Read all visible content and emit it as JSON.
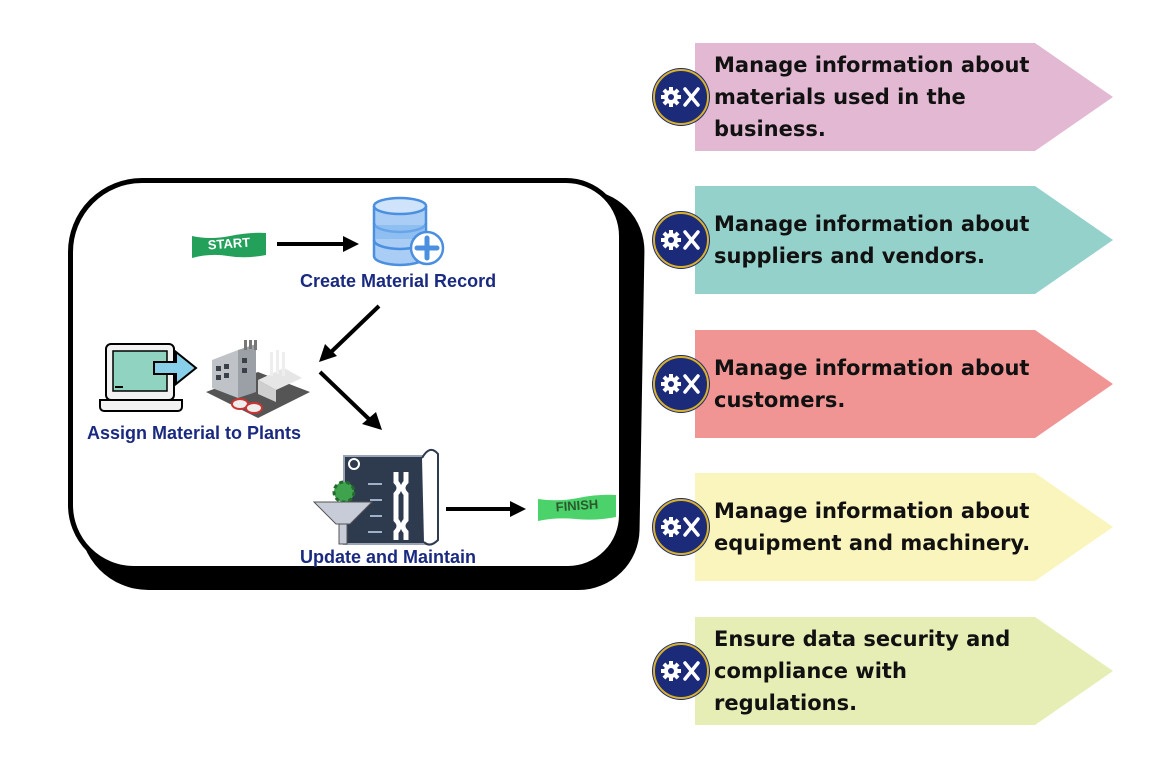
{
  "process": {
    "start_flag": "START",
    "finish_flag": "FINISH",
    "steps": [
      {
        "label": "Create Material Record",
        "icon": "database-add-icon"
      },
      {
        "label": "Assign Material to Plants",
        "icon": "laptop-to-factory-icon"
      },
      {
        "label": "Update and Maintain",
        "icon": "maintenance-blueprint-icon"
      }
    ]
  },
  "cards": [
    {
      "text": "Manage information about materials used in the business.",
      "color": "#e3b8d2",
      "icon": "gear-wrench-icon"
    },
    {
      "text": "Manage information about suppliers and vendors.",
      "color": "#95d1cb",
      "icon": "gear-wrench-icon"
    },
    {
      "text": "Manage information about customers.",
      "color": "#f09494",
      "icon": "gear-wrench-icon"
    },
    {
      "text": "Manage information about equipment and machinery.",
      "color": "#faf5bd",
      "icon": "gear-wrench-icon"
    },
    {
      "text": "Ensure data security and compliance with regulations.",
      "color": "#e6edb5",
      "icon": "gear-wrench-icon"
    }
  ],
  "colors": {
    "step_label": "#1a2a80",
    "start_flag": "#23a05a",
    "finish_flag": "#4bd26a",
    "badge": "#1c2a7a",
    "badge_ring": "#d9b227"
  }
}
